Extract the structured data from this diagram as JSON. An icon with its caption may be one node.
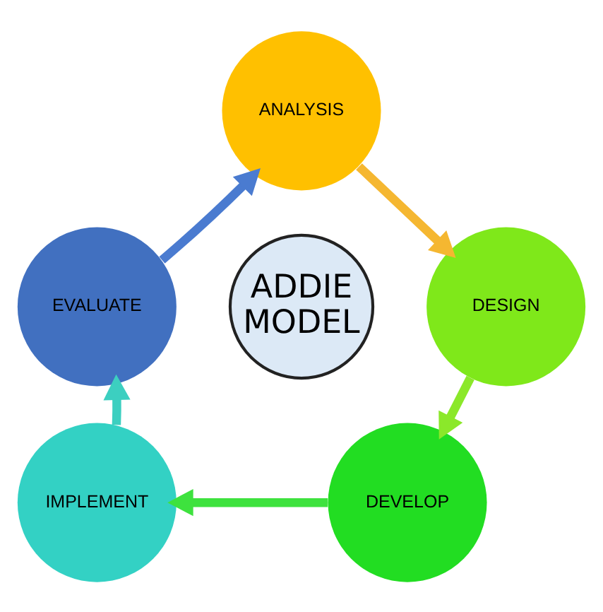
{
  "diagram": {
    "nodes": [
      {
        "text": [
          "ANALYSIS"
        ]
      },
      {
        "text": [
          "DESIGN"
        ]
      },
      {
        "text": [
          "DEVELOP"
        ]
      },
      {
        "text": [
          "IMPLEMENT"
        ]
      },
      {
        "text": [
          "EVALUATE"
        ]
      },
      {
        "text": [
          "ADDIE MODEL"
        ]
      }
    ],
    "edges": [
      {
        "from": 0,
        "to": 1,
        "arrow": "to",
        "color": "#f5b731"
      },
      {
        "from": 1,
        "to": 2,
        "arrow": "to",
        "color": "#8be82a"
      },
      {
        "from": 2,
        "to": 3,
        "arrow": "to",
        "color": "#3ee23e"
      },
      {
        "from": 3,
        "to": 4,
        "arrow": "to",
        "color": "#3ccfc0"
      },
      {
        "from": 4,
        "to": 0,
        "arrow": "to",
        "color": "#4a7bd0"
      }
    ]
  }
}
